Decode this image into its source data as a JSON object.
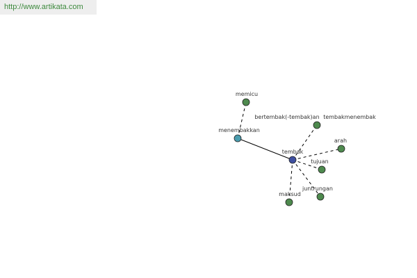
{
  "banner": {
    "url_text": "http://www.artikata.com"
  },
  "colors": {
    "center_node": "#3e4fa0",
    "direct_node": "#4a9cae",
    "leaf_node": "#4e8a4e",
    "edge": "#000000",
    "banner_text": "#3e8a3e"
  },
  "graph": {
    "center": "tembak",
    "nodes": [
      {
        "id": "tembak",
        "label": "tembak",
        "kind": "center"
      },
      {
        "id": "menembakkan",
        "label": "menembakkan",
        "kind": "direct"
      },
      {
        "id": "memicu",
        "label": "memicu",
        "kind": "leaf"
      },
      {
        "id": "bertembak",
        "label": "bertembak(-tembak)an",
        "kind": "leaf"
      },
      {
        "id": "tembakmenembak",
        "label": "tembakmenembak",
        "kind": "leaf"
      },
      {
        "id": "arah",
        "label": "arah",
        "kind": "leaf"
      },
      {
        "id": "tujuan",
        "label": "tujuan",
        "kind": "leaf"
      },
      {
        "id": "juntrungan",
        "label": "juntrungan",
        "kind": "leaf"
      },
      {
        "id": "maksud",
        "label": "maksud",
        "kind": "leaf"
      }
    ],
    "edges": [
      {
        "from": "tembak",
        "to": "menembakkan",
        "style": "solid"
      },
      {
        "from": "menembakkan",
        "to": "memicu",
        "style": "dashed"
      },
      {
        "from": "tembak",
        "to": "bertembak",
        "style": "dashed"
      },
      {
        "from": "tembak",
        "to": "arah",
        "style": "dashed"
      },
      {
        "from": "tembak",
        "to": "tujuan",
        "style": "dashed"
      },
      {
        "from": "tembak",
        "to": "juntrungan",
        "style": "dashed"
      },
      {
        "from": "tembak",
        "to": "maksud",
        "style": "dashed"
      }
    ]
  }
}
